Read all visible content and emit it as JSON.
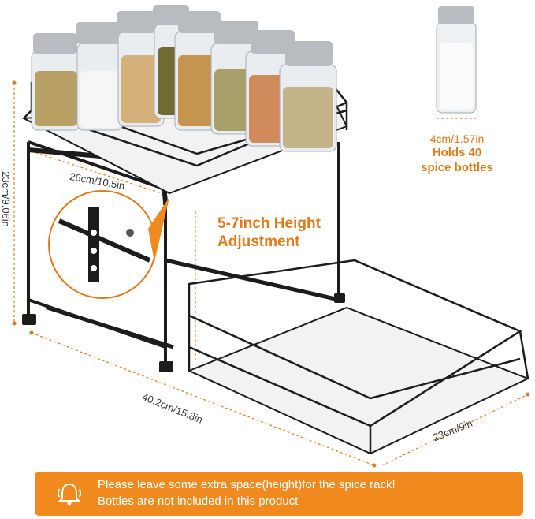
{
  "dimensions": {
    "height": "23cm/9.06in",
    "top_width": "26cm/10.5in",
    "depth": "40.2cm/15.8in",
    "bottom_width": "23cm/9in"
  },
  "height_adjustment": {
    "line1": "5-7inch Height",
    "line2": "Adjustment"
  },
  "bottle": {
    "width": "4cm/1.57in",
    "line1": "Holds 40",
    "line2": "spice bottles"
  },
  "notice": {
    "line1": "Please leave some extra space(height)for the spice rack!",
    "line2": "Bottles are not included in this product"
  },
  "colors": {
    "accent": "#f08a1e",
    "frame": "#1c1c1c"
  },
  "icons": [
    "bell-icon"
  ]
}
